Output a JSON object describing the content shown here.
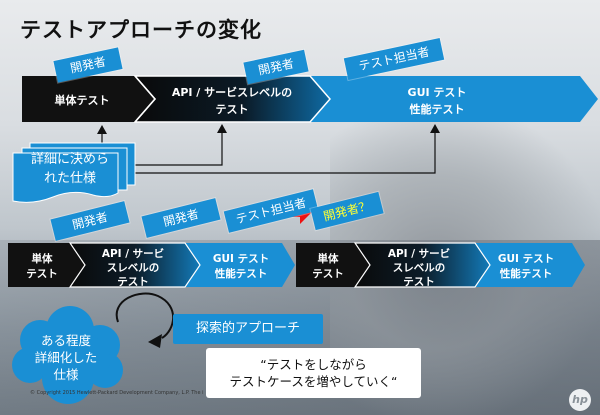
{
  "slide": {
    "title": "テストアプローチの変化",
    "top_flow": {
      "stages": [
        {
          "label_line1": "単体テスト",
          "label_line2": ""
        },
        {
          "label_line1": "API / サービスレベルの",
          "label_line2": "テスト"
        },
        {
          "label_line1": "GUI テスト",
          "label_line2": "性能テスト"
        }
      ],
      "tags": [
        "開発者",
        "開発者",
        "テスト担当者"
      ]
    },
    "spec_doc": {
      "line1": "詳細に決めら",
      "line2": "れた仕様"
    },
    "bottom_flows": [
      {
        "stages": [
          {
            "lines": [
              "単体",
              "テスト"
            ]
          },
          {
            "lines": [
              "API / サービ",
              "スレベルの",
              "テスト"
            ]
          },
          {
            "lines": [
              "GUI テスト",
              "性能テスト"
            ]
          }
        ]
      },
      {
        "stages": [
          {
            "lines": [
              "単体",
              "テスト"
            ]
          },
          {
            "lines": [
              "API / サービ",
              "スレベルの",
              "テスト"
            ]
          },
          {
            "lines": [
              "GUI テスト",
              "性能テスト"
            ]
          }
        ]
      }
    ],
    "bottom_tags": [
      "開発者",
      "開発者",
      "テスト担当者"
    ],
    "highlight_tag": {
      "text": "開発者",
      "mark": "？"
    },
    "cloud": {
      "line1": "ある程度",
      "line2": "詳細化した",
      "line3": "仕様"
    },
    "explore_label": "探索的アプローチ",
    "quote": {
      "line1": "“テストをしながら",
      "line2": "テストケースを増やしていく“"
    },
    "copyright": "© Copyright 2015 Hewlett-Packard Development Company, L.P.  The i",
    "logo": "hp",
    "colors": {
      "blue": "#1a8fd4",
      "dark": "#111111",
      "arrow_red": "#ee1111",
      "question_yellow": "#ffff33"
    }
  }
}
